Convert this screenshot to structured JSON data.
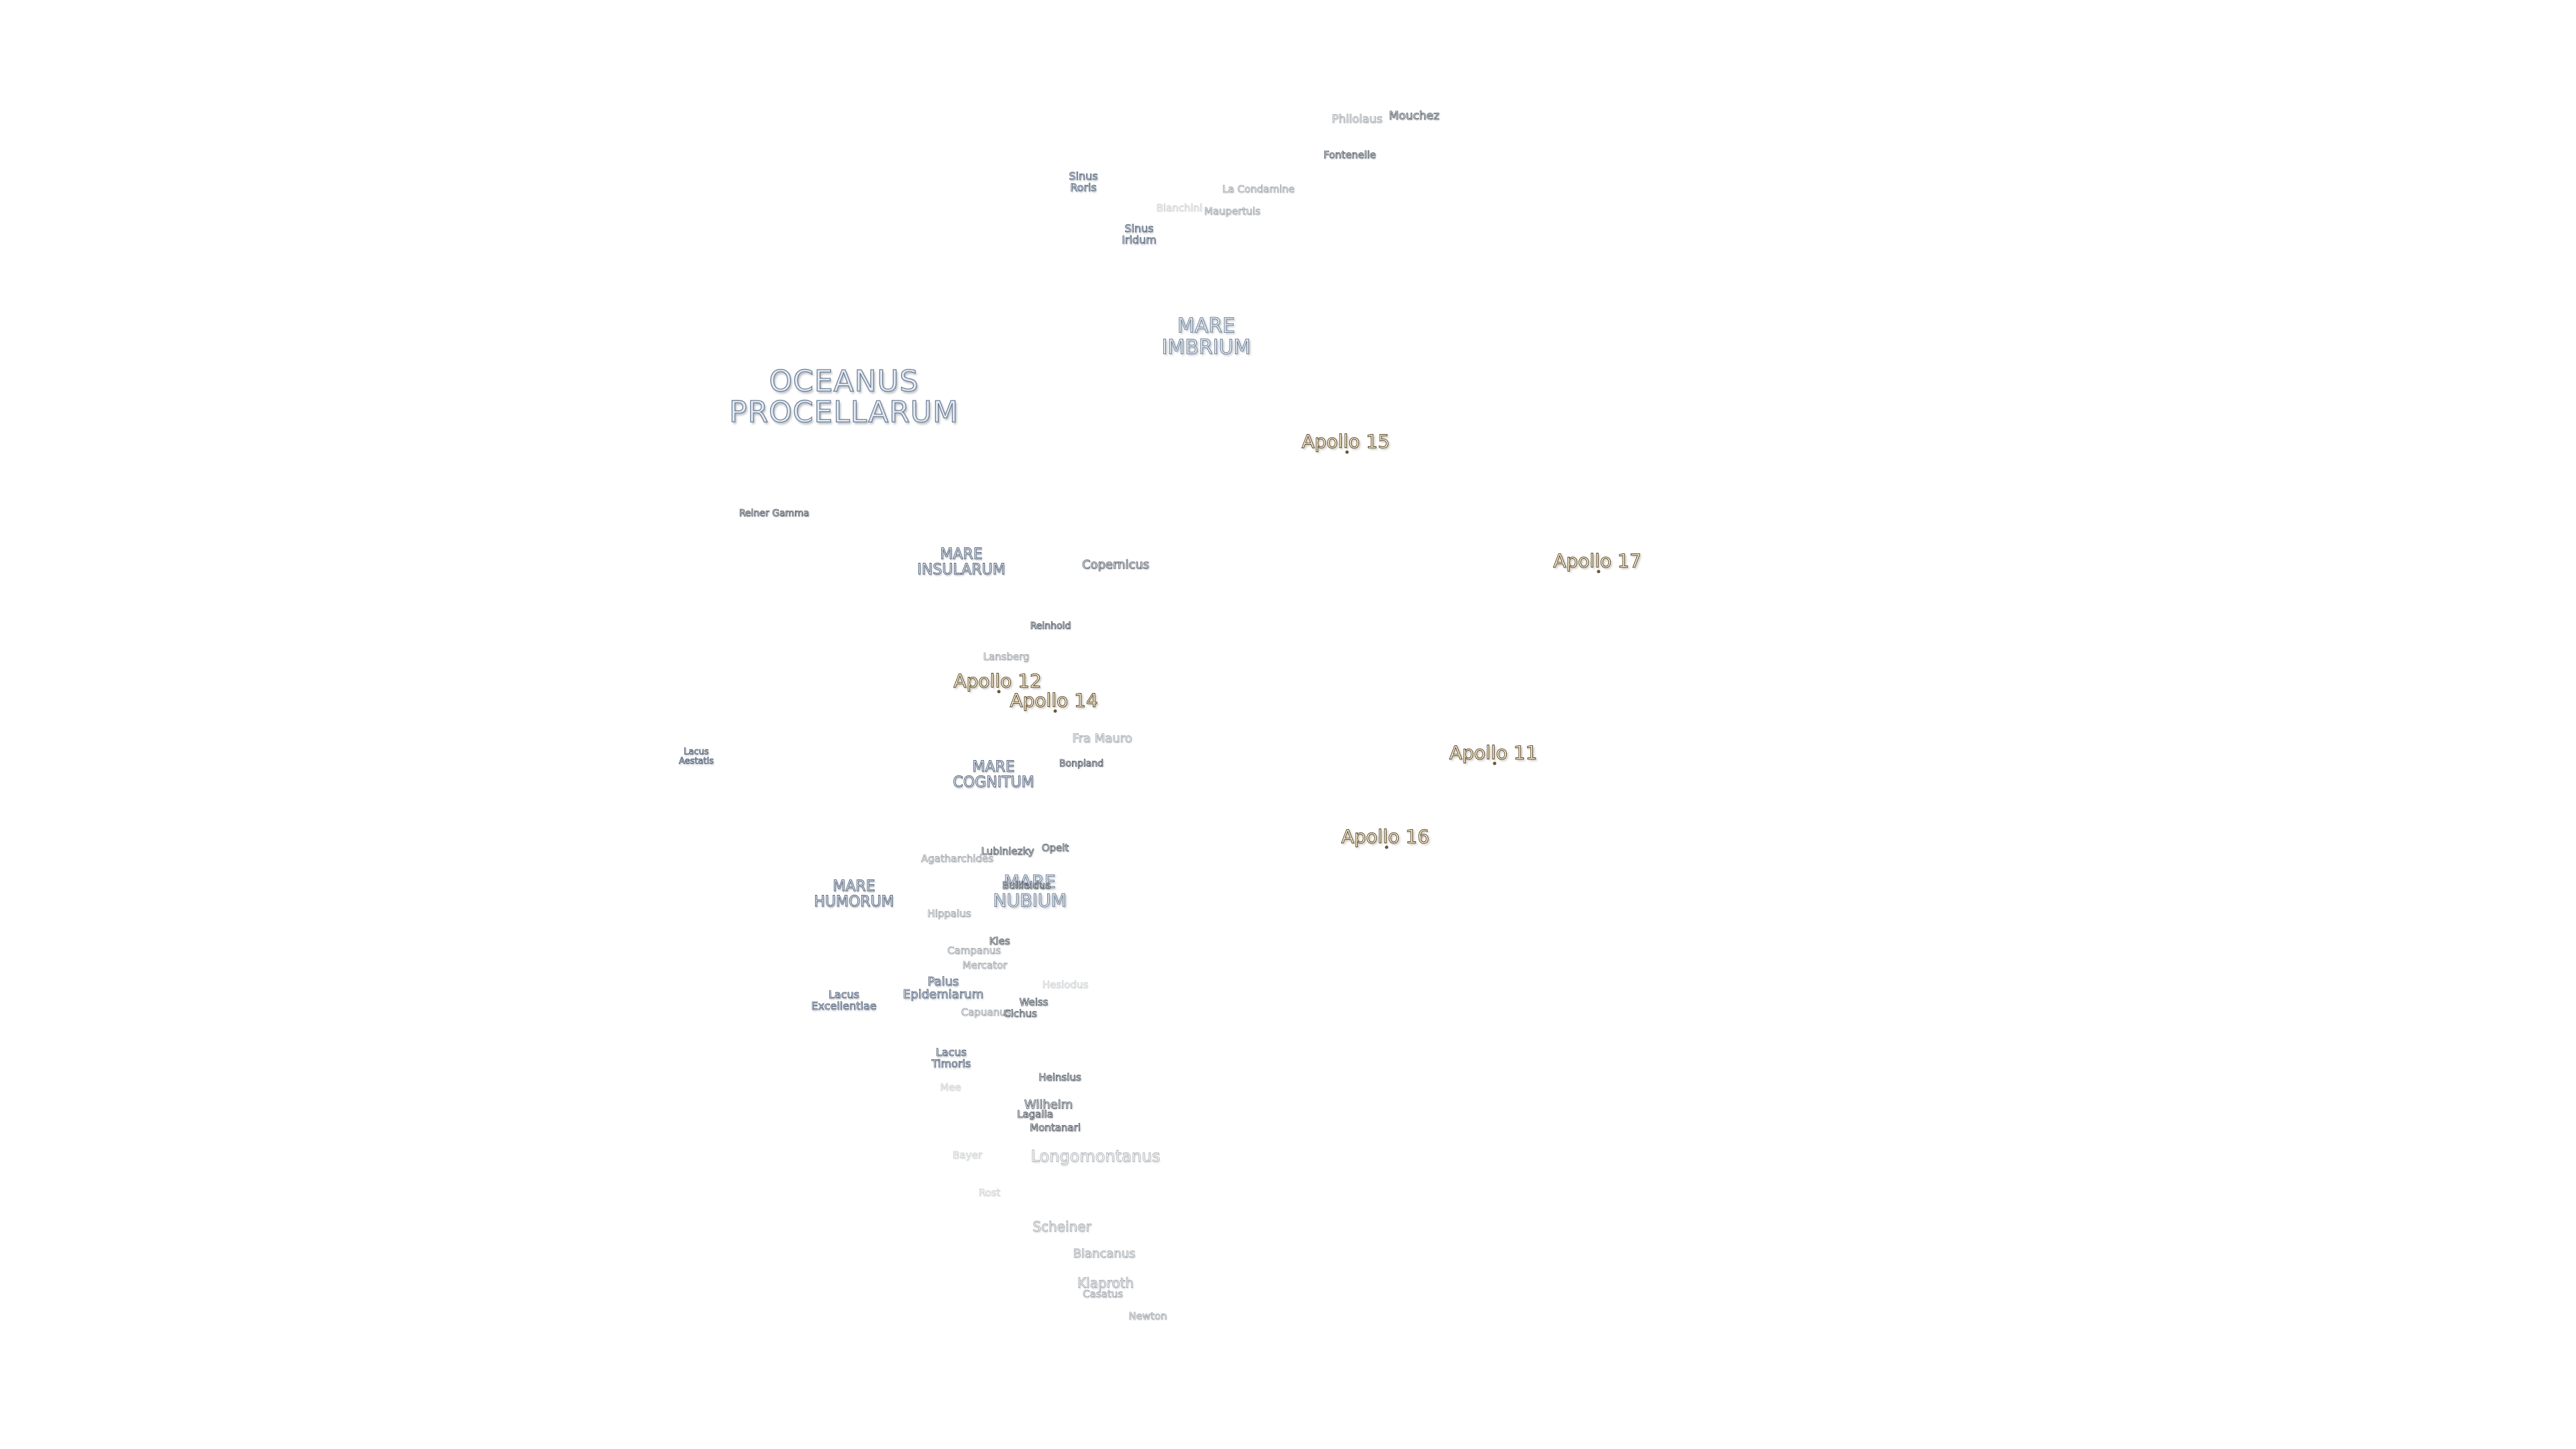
{
  "colors": {
    "background": "#ffffff",
    "mare_fill": "#e3ebf4",
    "mare_outline": "#6e7f95",
    "crater_outline": "#505a66",
    "apollo_fill": "#fff3d6",
    "apollo_outline": "#5b4a2e"
  },
  "maria": {
    "oceanus_procellarum": [
      "OCEANUS",
      "PROCELLARUM"
    ],
    "mare_imbrium": [
      "MARE",
      "IMBRIUM"
    ],
    "mare_insularum": [
      "MARE",
      "INSULARUM"
    ],
    "mare_cognitum": [
      "MARE",
      "COGNITUM"
    ],
    "mare_humorum": [
      "MARE",
      "HUMORUM"
    ],
    "mare_nubium": [
      "MARE",
      "NUBIUM"
    ],
    "sinus_roris": [
      "Sinus",
      "Roris"
    ],
    "sinus_iridum": [
      "Sinus",
      "Iridum"
    ],
    "lacus_aestatis": [
      "Lacus",
      "Aestatis"
    ],
    "lacus_excellentiae": [
      "Lacus",
      "Excellentiae"
    ],
    "palus_epidemiarum": [
      "Palus",
      "Epidemiarum"
    ],
    "lacus_timoris": [
      "Lacus",
      "Timoris"
    ]
  },
  "apollo": {
    "a11": "Apollo 11",
    "a12": "Apollo 12",
    "a14": "Apollo 14",
    "a15": "Apollo 15",
    "a16": "Apollo 16",
    "a17": "Apollo 17"
  },
  "craters": {
    "philolaus": "Philolaus",
    "mouchez": "Mouchez",
    "fontenelle": "Fontenelle",
    "la_condamine": "La Condamine",
    "bianchini": "Bianchini",
    "maupertuis": "Maupertuis",
    "reiner_gamma": "Reiner Gamma",
    "copernicus": "Copernicus",
    "reinhold": "Reinhold",
    "lansberg": "Lansberg",
    "fra_mauro": "Fra Mauro",
    "bonpland": "Bonpland",
    "agatharchides": "Agatharchides",
    "lubiniezky": "Lubiniezky",
    "opelt": "Opelt",
    "bullialdus": "Bullialdus",
    "hippalus": "Hippalus",
    "campanus": "Campanus",
    "kies": "Kies",
    "mercator": "Mercator",
    "hesiodus": "Hesiodus",
    "weiss": "Weiss",
    "capuanus": "Capuanus",
    "cichus": "Cichus",
    "heinsius": "Heinsius",
    "wilhelm": "Wilhelm",
    "lagalla": "Lagalla",
    "montanari": "Montanari",
    "longomontanus": "Longomontanus",
    "mee": "Mee",
    "bayer": "Bayer",
    "rost": "Rost",
    "scheiner": "Scheiner",
    "blancanus": "Blancanus",
    "klaproth": "Klaproth",
    "casatus": "Casatus",
    "newton": "Newton"
  }
}
